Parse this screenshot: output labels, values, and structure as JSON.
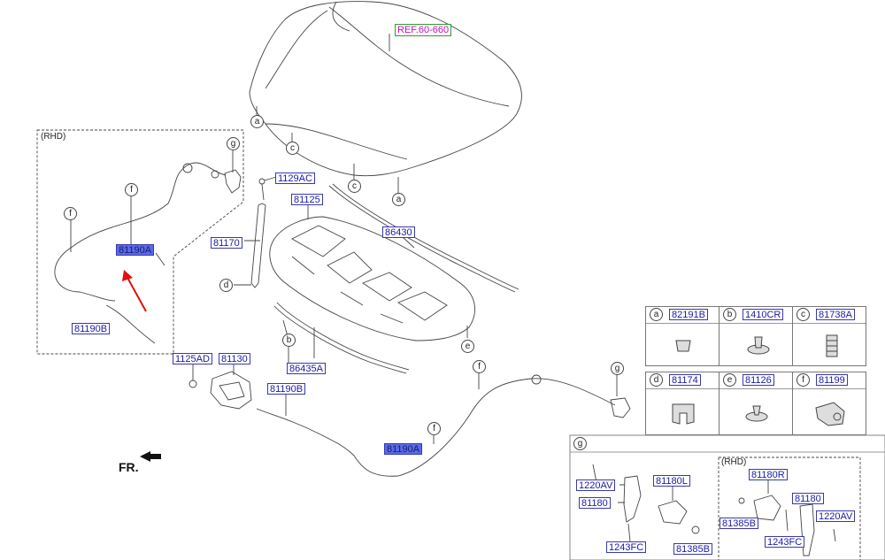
{
  "diagram": {
    "ref_label": "REF.60-660",
    "fr_label": "FR.",
    "rhd_left": "(RHD)",
    "rhd_detail": "(RHD)",
    "parts": {
      "p1129AC": "1129AC",
      "p81125": "81125",
      "p86430": "86430",
      "p81170": "81170",
      "p81190A_left": "81190A",
      "p81190B_left": "81190B",
      "p86435A": "86435A",
      "p1125AD": "1125AD",
      "p81130": "81130",
      "p81190B_mid": "81190B",
      "p81190A_mid": "81190A"
    },
    "callouts": {
      "a1": "a",
      "a2": "a",
      "c1": "c",
      "c2": "c",
      "b1": "b",
      "d1": "d",
      "e1": "e",
      "f1": "f",
      "f2": "f",
      "f3": "f",
      "f4": "f",
      "g1": "g",
      "g2": "g"
    },
    "table": [
      {
        "letter": "a",
        "part": "82191B",
        "icon": "push-clip-icon"
      },
      {
        "letter": "b",
        "part": "1410CR",
        "icon": "rivet-clip-icon"
      },
      {
        "letter": "c",
        "part": "81738A",
        "icon": "bumper-stop-icon"
      },
      {
        "letter": "d",
        "part": "81174",
        "icon": "rod-holder-icon"
      },
      {
        "letter": "e",
        "part": "81126",
        "icon": "fastener-clip-icon"
      },
      {
        "letter": "f",
        "part": "81199",
        "icon": "cable-clip-icon"
      }
    ],
    "detail_g": {
      "letter": "g",
      "left": {
        "p1220AV": "1220AV",
        "p81180": "81180",
        "p81180L": "81180L",
        "p1243FC": "1243FC",
        "p81385B": "81385B"
      },
      "right": {
        "p81180R": "81180R",
        "p81180": "81180",
        "p1220AV": "1220AV",
        "p81385B": "81385B",
        "p1243FC": "1243FC"
      }
    },
    "colors": {
      "label_border": "#3a3aa8",
      "label_text": "#1a1aa8",
      "highlight": "#5a6ae8",
      "ref_border": "#2e9a2e",
      "ref_text": "#c010c0",
      "pointer_arrow": "#e01010"
    }
  }
}
